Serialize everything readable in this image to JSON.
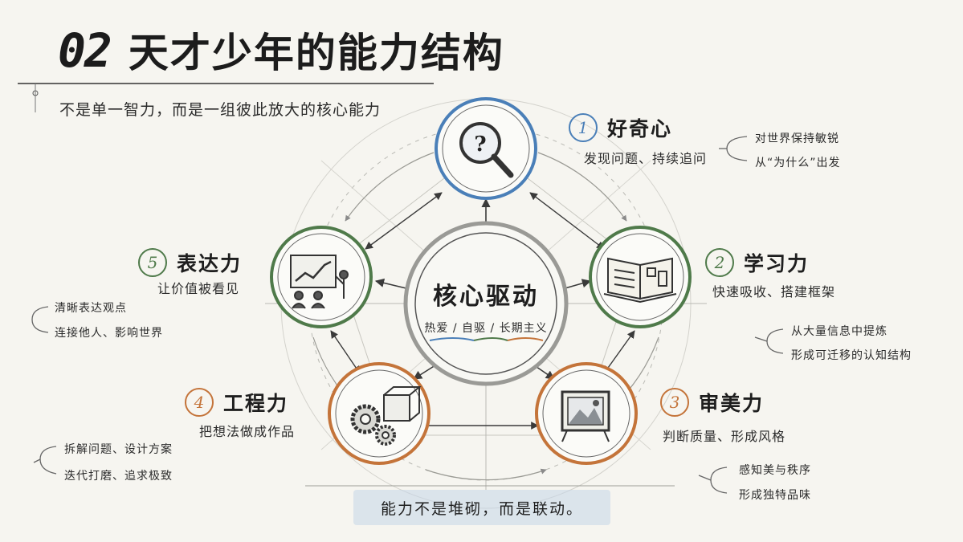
{
  "page": {
    "number": "02",
    "title": "天才少年的能力结构",
    "subtitle": "不是单一智力，而是一组彼此放大的核心能力"
  },
  "core": {
    "title": "核心驱动",
    "subtitle": "热爱 / 自驱 / 长期主义"
  },
  "nodes": [
    {
      "num": "1",
      "title": "好奇心",
      "desc": "发现问题、持续追问",
      "bullets": [
        "对世界保持敏锐",
        "从“为什么”出发"
      ],
      "color": "#4a7fb8",
      "icon": "magnifier-question-icon"
    },
    {
      "num": "2",
      "title": "学习力",
      "desc": "快速吸收、搭建框架",
      "bullets": [
        "从大量信息中提炼",
        "形成可迁移的认知结构"
      ],
      "color": "#4f7a4a",
      "icon": "open-book-icon"
    },
    {
      "num": "3",
      "title": "审美力",
      "desc": "判断质量、形成风格",
      "bullets": [
        "感知美与秩序",
        "形成独特品味"
      ],
      "color": "#c4743a",
      "icon": "framed-picture-icon"
    },
    {
      "num": "4",
      "title": "工程力",
      "desc": "把想法做成作品",
      "bullets": [
        "拆解问题、设计方案",
        "迭代打磨、追求极致"
      ],
      "color": "#c4743a",
      "icon": "gears-cube-icon"
    },
    {
      "num": "5",
      "title": "表达力",
      "desc": "让价值被看见",
      "bullets": [
        "清晰表达观点",
        "连接他人、影响世界"
      ],
      "color": "#4f7a4a",
      "icon": "presentation-icon"
    }
  ],
  "footer": {
    "banner": "能力不是堆砌，而是联动。"
  }
}
